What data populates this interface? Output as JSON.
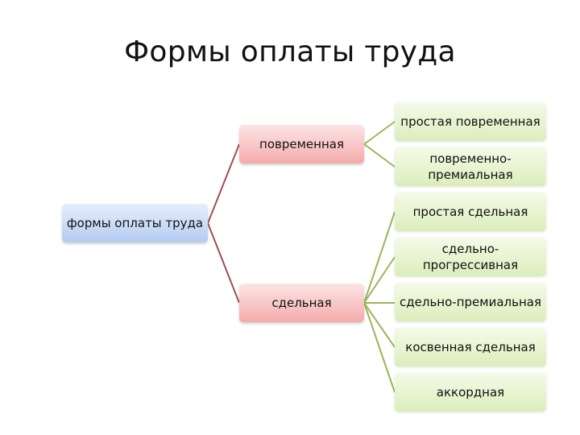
{
  "slide": {
    "title": "Формы оплаты труда"
  },
  "diagram": {
    "root": {
      "label": "формы оплаты труда",
      "color": "#c9daf6"
    },
    "branches": [
      {
        "label": "повременная",
        "color": "#f8c3c3",
        "connector_color": "#a05050",
        "children": [
          {
            "label": "простая повременная"
          },
          {
            "label": "повременно-премиальная"
          }
        ]
      },
      {
        "label": "сдельная",
        "color": "#f8c3c3",
        "connector_color": "#a05050",
        "children": [
          {
            "label": "простая сдельная"
          },
          {
            "label": "сдельно-прогрессивная"
          },
          {
            "label": "сдельно-премиальная"
          },
          {
            "label": "косвенная сдельная"
          },
          {
            "label": "аккордная"
          }
        ]
      }
    ],
    "leaf_color": "#e6f3cd",
    "leaf_connector_color": "#9bb55a"
  }
}
